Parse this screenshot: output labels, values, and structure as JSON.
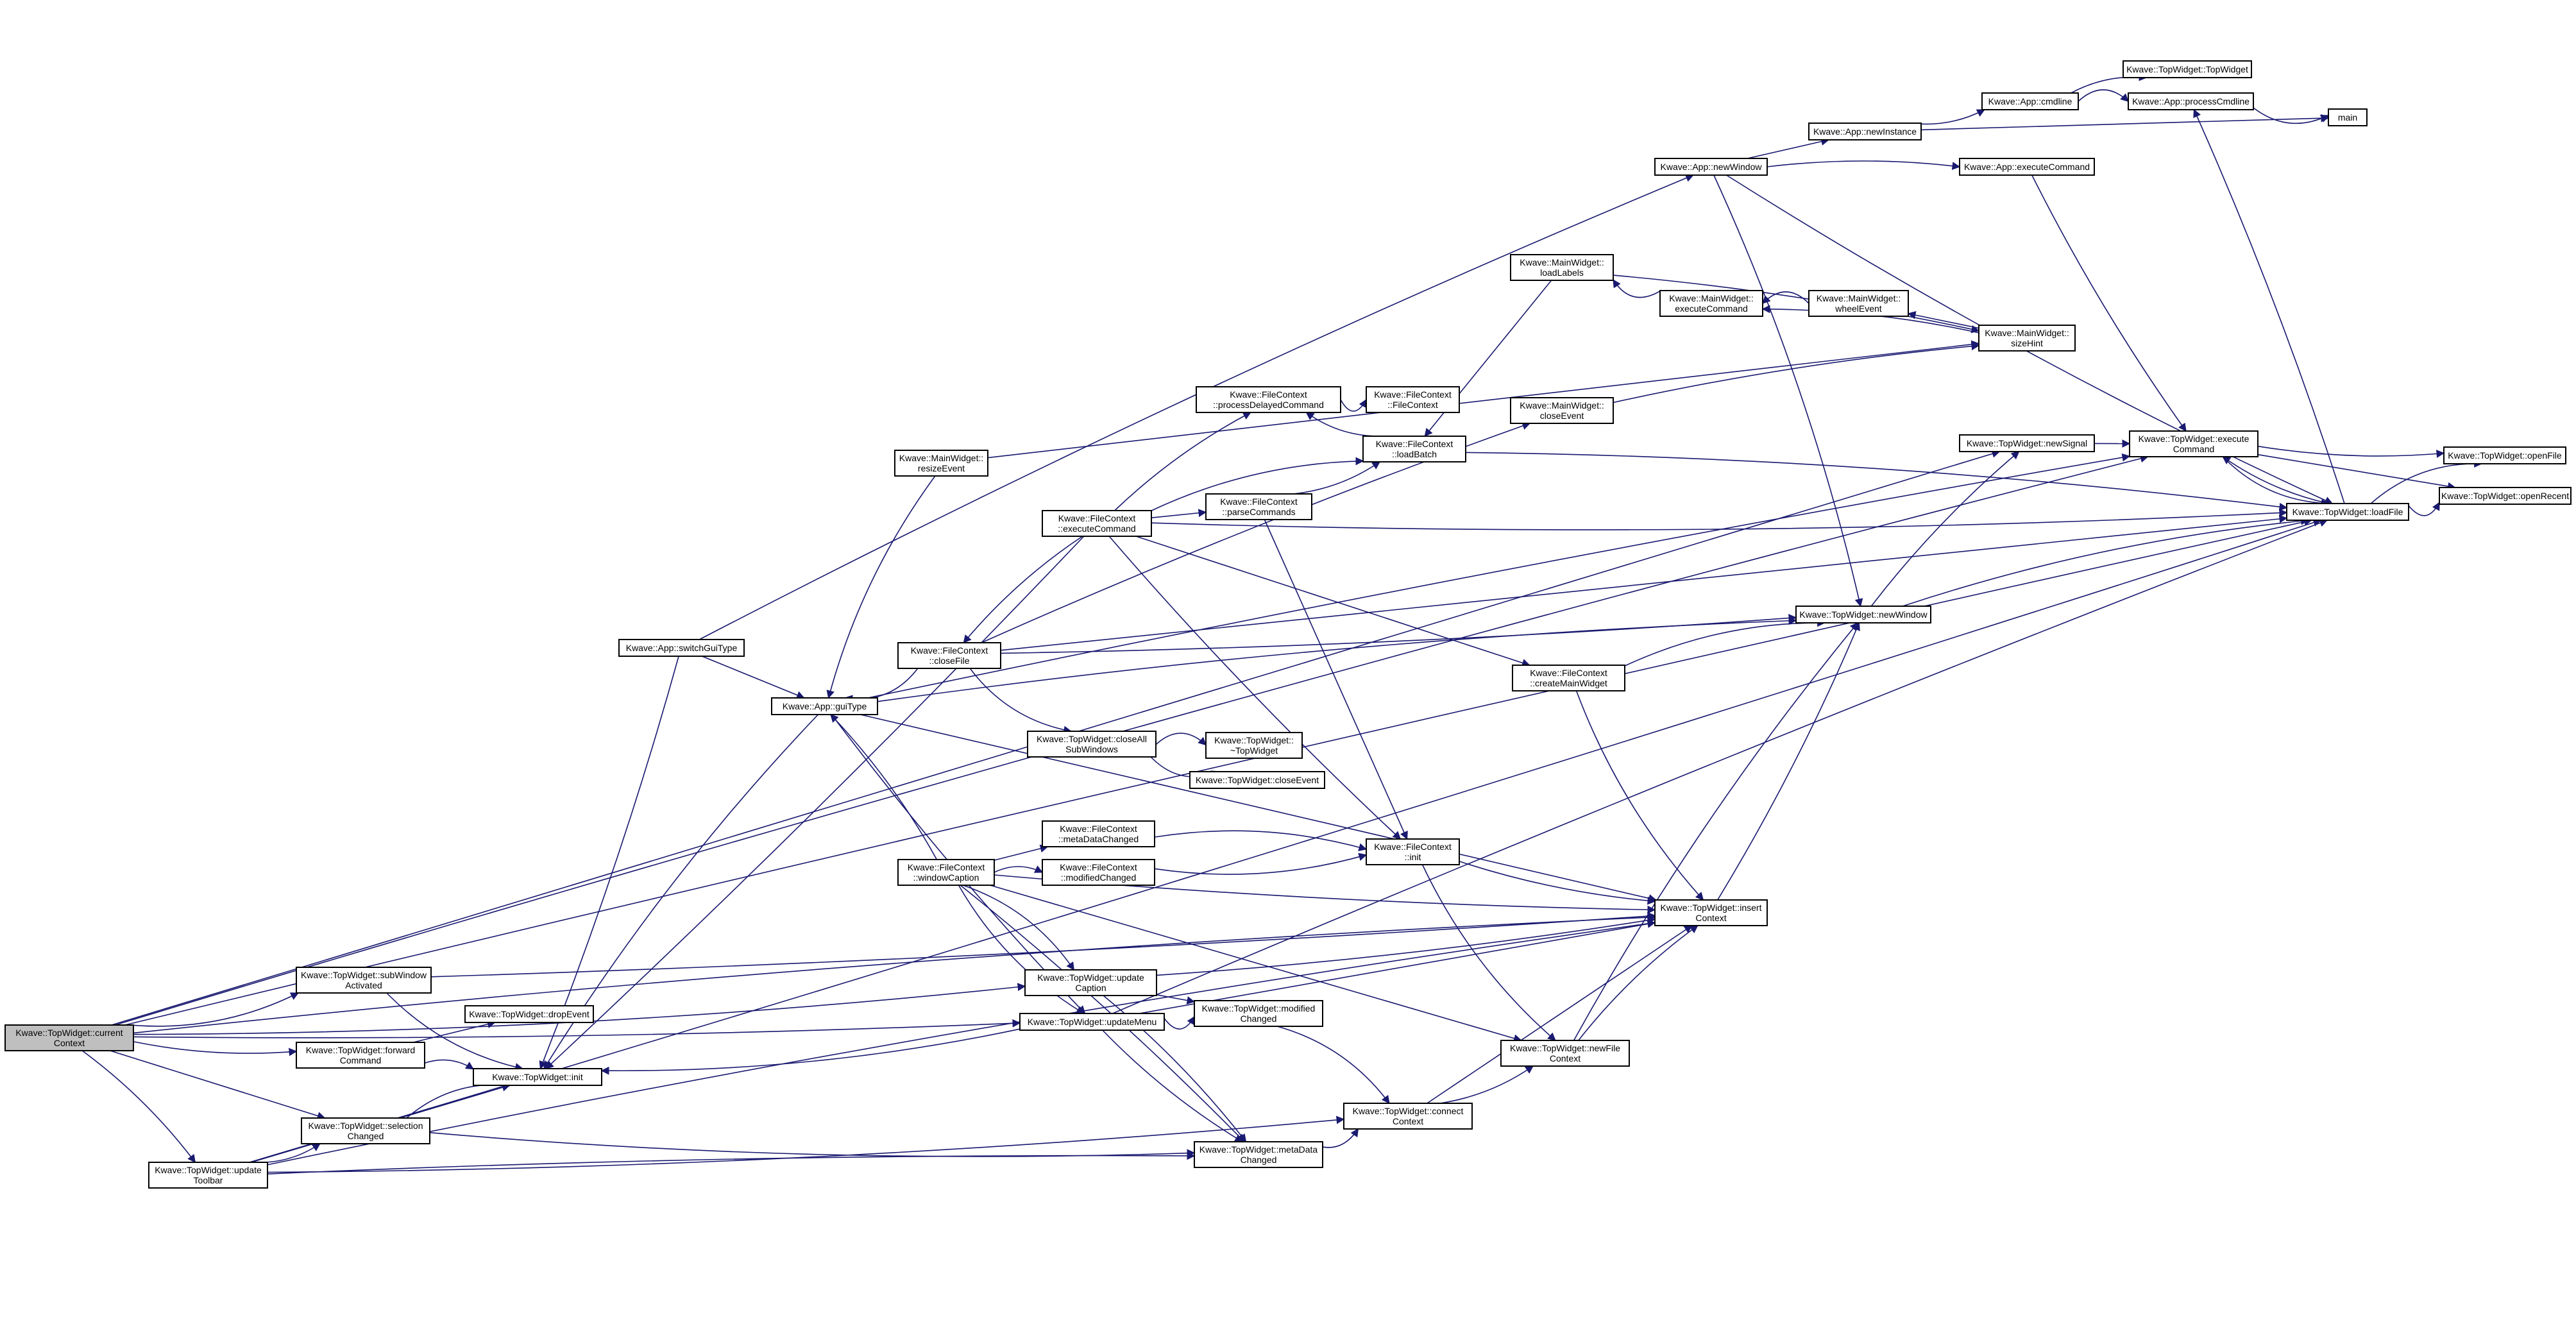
{
  "graph": {
    "edge_color": "#191970",
    "root_fill": "#bfbfbf",
    "nodes": [
      {
        "id": "root",
        "lines": [
          "Kwave::TopWidget::current",
          "Context"
        ]
      },
      {
        "id": "subWindowActivated",
        "lines": [
          "Kwave::TopWidget::subWindow",
          "Activated"
        ]
      },
      {
        "id": "forwardCommand",
        "lines": [
          "Kwave::TopWidget::forward",
          "Command"
        ]
      },
      {
        "id": "dropEvent",
        "lines": [
          "Kwave::TopWidget::dropEvent"
        ]
      },
      {
        "id": "init",
        "lines": [
          "Kwave::TopWidget::init"
        ]
      },
      {
        "id": "selectionChanged",
        "lines": [
          "Kwave::TopWidget::selection",
          "Changed"
        ]
      },
      {
        "id": "updateToolbar",
        "lines": [
          "Kwave::TopWidget::update",
          "Toolbar"
        ]
      },
      {
        "id": "switchGuiType",
        "lines": [
          "Kwave::App::switchGuiType"
        ]
      },
      {
        "id": "guiType",
        "lines": [
          "Kwave::App::guiType"
        ]
      },
      {
        "id": "resizeEvent",
        "lines": [
          "Kwave::MainWidget::",
          "resizeEvent"
        ]
      },
      {
        "id": "fcExecuteCommand",
        "lines": [
          "Kwave::FileContext",
          "::executeCommand"
        ]
      },
      {
        "id": "fcCloseFile",
        "lines": [
          "Kwave::FileContext",
          "::closeFile"
        ]
      },
      {
        "id": "closeAllSubWindows",
        "lines": [
          "Kwave::TopWidget::closeAll",
          "SubWindows"
        ]
      },
      {
        "id": "tildeTopWidget",
        "lines": [
          "Kwave::TopWidget::",
          "~TopWidget"
        ]
      },
      {
        "id": "closeEventTW",
        "lines": [
          "Kwave::TopWidget::closeEvent"
        ]
      },
      {
        "id": "windowCaption",
        "lines": [
          "Kwave::FileContext",
          "::windowCaption"
        ]
      },
      {
        "id": "metaDataChangedFC",
        "lines": [
          "Kwave::FileContext",
          "::metaDataChanged"
        ]
      },
      {
        "id": "modifiedChangedFC",
        "lines": [
          "Kwave::FileContext",
          "::modifiedChanged"
        ]
      },
      {
        "id": "updateCaption",
        "lines": [
          "Kwave::TopWidget::update",
          "Caption"
        ]
      },
      {
        "id": "updateMenu",
        "lines": [
          "Kwave::TopWidget::updateMenu"
        ]
      },
      {
        "id": "modifiedChangedTW",
        "lines": [
          "Kwave::TopWidget::modified",
          "Changed"
        ]
      },
      {
        "id": "metaDataChangedTW",
        "lines": [
          "Kwave::TopWidget::metaData",
          "Changed"
        ]
      },
      {
        "id": "connectContext",
        "lines": [
          "Kwave::TopWidget::connect",
          "Context"
        ]
      },
      {
        "id": "newFileContext",
        "lines": [
          "Kwave::TopWidget::newFile",
          "Context"
        ]
      },
      {
        "id": "processDelayedCommand",
        "lines": [
          "Kwave::FileContext",
          "::processDelayedCommand"
        ]
      },
      {
        "id": "fcCtor",
        "lines": [
          "Kwave::FileContext",
          "::FileContext"
        ]
      },
      {
        "id": "parseCommands",
        "lines": [
          "Kwave::FileContext",
          "::parseCommands"
        ]
      },
      {
        "id": "loadBatch",
        "lines": [
          "Kwave::FileContext",
          "::loadBatch"
        ]
      },
      {
        "id": "fcInit",
        "lines": [
          "Kwave::FileContext",
          "::init"
        ]
      },
      {
        "id": "loadLabels",
        "lines": [
          "Kwave::MainWidget::",
          "loadLabels"
        ]
      },
      {
        "id": "mwExecuteCommand",
        "lines": [
          "Kwave::MainWidget::",
          "executeCommand"
        ]
      },
      {
        "id": "wheelEvent",
        "lines": [
          "Kwave::MainWidget::",
          "wheelEvent"
        ]
      },
      {
        "id": "sizeHint",
        "lines": [
          "Kwave::MainWidget::",
          "sizeHint"
        ]
      },
      {
        "id": "mwCloseEvent",
        "lines": [
          "Kwave::MainWidget::",
          "closeEvent"
        ]
      },
      {
        "id": "createMainWidget",
        "lines": [
          "Kwave::FileContext",
          "::createMainWidget"
        ]
      },
      {
        "id": "insertContext",
        "lines": [
          "Kwave::TopWidget::insert",
          "Context"
        ]
      },
      {
        "id": "appNewWindow",
        "lines": [
          "Kwave::App::newWindow"
        ]
      },
      {
        "id": "newInstance",
        "lines": [
          "Kwave::App::newInstance"
        ]
      },
      {
        "id": "cmdline",
        "lines": [
          "Kwave::App::cmdline"
        ]
      },
      {
        "id": "topWidgetCtor",
        "lines": [
          "Kwave::TopWidget::TopWidget"
        ]
      },
      {
        "id": "processCmdline",
        "lines": [
          "Kwave::App::processCmdline"
        ]
      },
      {
        "id": "main",
        "lines": [
          "main"
        ]
      },
      {
        "id": "appExecuteCommand",
        "lines": [
          "Kwave::App::executeCommand"
        ]
      },
      {
        "id": "newSignal",
        "lines": [
          "Kwave::TopWidget::newSignal"
        ]
      },
      {
        "id": "twExecuteCommand",
        "lines": [
          "Kwave::TopWidget::execute",
          "Command"
        ]
      },
      {
        "id": "twNewWindow",
        "lines": [
          "Kwave::TopWidget::newWindow"
        ]
      },
      {
        "id": "loadFile",
        "lines": [
          "Kwave::TopWidget::loadFile"
        ]
      },
      {
        "id": "openFile",
        "lines": [
          "Kwave::TopWidget::openFile"
        ]
      },
      {
        "id": "openRecent",
        "lines": [
          "Kwave::TopWidget::openRecent"
        ]
      }
    ],
    "edges": [
      [
        "root",
        "subWindowActivated"
      ],
      [
        "root",
        "forwardCommand"
      ],
      [
        "root",
        "selectionChanged"
      ],
      [
        "root",
        "updateToolbar"
      ],
      [
        "root",
        "insertContext"
      ],
      [
        "root",
        "updateCaption"
      ],
      [
        "root",
        "updateMenu"
      ],
      [
        "root",
        "newSignal"
      ],
      [
        "root",
        "loadFile"
      ],
      [
        "root",
        "twExecuteCommand"
      ],
      [
        "subWindowActivated",
        "init"
      ],
      [
        "subWindowActivated",
        "insertContext"
      ],
      [
        "forwardCommand",
        "dropEvent"
      ],
      [
        "forwardCommand",
        "init"
      ],
      [
        "selectionChanged",
        "init"
      ],
      [
        "selectionChanged",
        "metaDataChangedTW"
      ],
      [
        "updateToolbar",
        "selectionChanged"
      ],
      [
        "updateToolbar",
        "init"
      ],
      [
        "updateToolbar",
        "metaDataChangedTW"
      ],
      [
        "updateToolbar",
        "insertContext"
      ],
      [
        "updateToolbar",
        "connectContext"
      ],
      [
        "updateToolbar",
        "loadFile"
      ],
      [
        "switchGuiType",
        "guiType"
      ],
      [
        "switchGuiType",
        "init"
      ],
      [
        "switchGuiType",
        "appNewWindow"
      ],
      [
        "guiType",
        "init"
      ],
      [
        "guiType",
        "updateMenu"
      ],
      [
        "guiType",
        "insertContext"
      ],
      [
        "guiType",
        "twExecuteCommand"
      ],
      [
        "guiType",
        "twNewWindow"
      ],
      [
        "resizeEvent",
        "guiType"
      ],
      [
        "fcExecuteCommand",
        "fcCloseFile"
      ],
      [
        "fcExecuteCommand",
        "parseCommands"
      ],
      [
        "fcExecuteCommand",
        "processDelayedCommand"
      ],
      [
        "fcExecuteCommand",
        "loadBatch"
      ],
      [
        "fcExecuteCommand",
        "loadFile"
      ],
      [
        "fcExecuteCommand",
        "fcInit"
      ],
      [
        "fcExecuteCommand",
        "createMainWidget"
      ],
      [
        "fcExecuteCommand",
        "init"
      ],
      [
        "fcCloseFile",
        "guiType"
      ],
      [
        "fcCloseFile",
        "closeAllSubWindows"
      ],
      [
        "fcCloseFile",
        "twNewWindow"
      ],
      [
        "fcCloseFile",
        "loadFile"
      ],
      [
        "fcCloseFile",
        "mwCloseEvent"
      ],
      [
        "closeAllSubWindows",
        "tildeTopWidget"
      ],
      [
        "closeAllSubWindows",
        "closeEventTW"
      ],
      [
        "windowCaption",
        "guiType"
      ],
      [
        "windowCaption",
        "metaDataChangedFC"
      ],
      [
        "windowCaption",
        "modifiedChangedFC"
      ],
      [
        "windowCaption",
        "updateCaption"
      ],
      [
        "windowCaption",
        "updateMenu"
      ],
      [
        "windowCaption",
        "insertContext"
      ],
      [
        "windowCaption",
        "newFileContext"
      ],
      [
        "windowCaption",
        "metaDataChangedTW"
      ],
      [
        "metaDataChangedFC",
        "fcInit"
      ],
      [
        "modifiedChangedFC",
        "fcInit"
      ],
      [
        "updateCaption",
        "insertContext"
      ],
      [
        "updateCaption",
        "modifiedChangedTW"
      ],
      [
        "updateCaption",
        "metaDataChangedTW"
      ],
      [
        "updateMenu",
        "init"
      ],
      [
        "updateMenu",
        "modifiedChangedTW"
      ],
      [
        "updateMenu",
        "metaDataChangedTW"
      ],
      [
        "updateMenu",
        "insertContext"
      ],
      [
        "updateMenu",
        "loadFile"
      ],
      [
        "modifiedChangedTW",
        "connectContext"
      ],
      [
        "metaDataChangedTW",
        "connectContext"
      ],
      [
        "connectContext",
        "newFileContext"
      ],
      [
        "connectContext",
        "insertContext"
      ],
      [
        "newFileContext",
        "insertContext"
      ],
      [
        "newFileContext",
        "twNewWindow"
      ],
      [
        "processDelayedCommand",
        "fcCtor"
      ],
      [
        "parseCommands",
        "loadBatch"
      ],
      [
        "parseCommands",
        "fcInit"
      ],
      [
        "loadBatch",
        "processDelayedCommand"
      ],
      [
        "loadBatch",
        "loadFile"
      ],
      [
        "fcInit",
        "newFileContext"
      ],
      [
        "fcInit",
        "insertContext"
      ],
      [
        "loadLabels",
        "loadBatch"
      ],
      [
        "loadLabels",
        "sizeHint"
      ],
      [
        "mwExecuteCommand",
        "loadLabels"
      ],
      [
        "wheelEvent",
        "mwExecuteCommand"
      ],
      [
        "sizeHint",
        "mwExecuteCommand"
      ],
      [
        "sizeHint",
        "wheelEvent"
      ],
      [
        "mwCloseEvent",
        "sizeHint"
      ],
      [
        "createMainWidget",
        "twNewWindow"
      ],
      [
        "createMainWidget",
        "insertContext"
      ],
      [
        "insertContext",
        "twNewWindow"
      ],
      [
        "appNewWindow",
        "newInstance"
      ],
      [
        "appNewWindow",
        "appExecuteCommand"
      ],
      [
        "appNewWindow",
        "twNewWindow"
      ],
      [
        "appNewWindow",
        "loadFile"
      ],
      [
        "newInstance",
        "cmdline"
      ],
      [
        "newInstance",
        "main"
      ],
      [
        "cmdline",
        "topWidgetCtor"
      ],
      [
        "cmdline",
        "processCmdline"
      ],
      [
        "processCmdline",
        "main"
      ],
      [
        "appExecuteCommand",
        "twExecuteCommand"
      ],
      [
        "newSignal",
        "twExecuteCommand"
      ],
      [
        "twNewWindow",
        "newSignal"
      ],
      [
        "twNewWindow",
        "loadFile"
      ],
      [
        "twExecuteCommand",
        "loadFile"
      ],
      [
        "twExecuteCommand",
        "openFile"
      ],
      [
        "twExecuteCommand",
        "openRecent"
      ],
      [
        "loadFile",
        "twExecuteCommand"
      ],
      [
        "loadFile",
        "openFile"
      ],
      [
        "loadFile",
        "openRecent"
      ],
      [
        "loadFile",
        "processCmdline"
      ],
      [
        "resizeEvent",
        "sizeHint"
      ]
    ]
  }
}
